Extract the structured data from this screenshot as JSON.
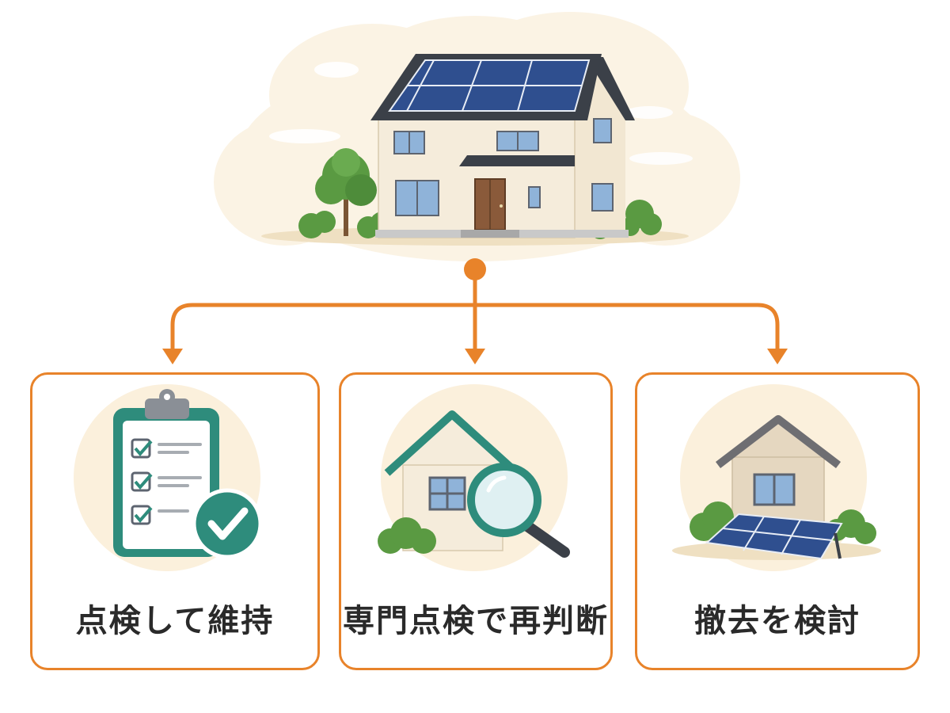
{
  "hero": {
    "icon": "solar-house-icon"
  },
  "branches": [
    {
      "label": "点検して維持",
      "icon": "clipboard-check-icon"
    },
    {
      "label": "専門点検で再判断",
      "icon": "house-magnifier-icon"
    },
    {
      "label": "撤去を検討",
      "icon": "house-panel-removed-icon"
    }
  ],
  "colors": {
    "accent": "#e8832a",
    "teal": "#2e8c7c",
    "panel": "#2f4f8f",
    "green": "#5a9a42"
  }
}
